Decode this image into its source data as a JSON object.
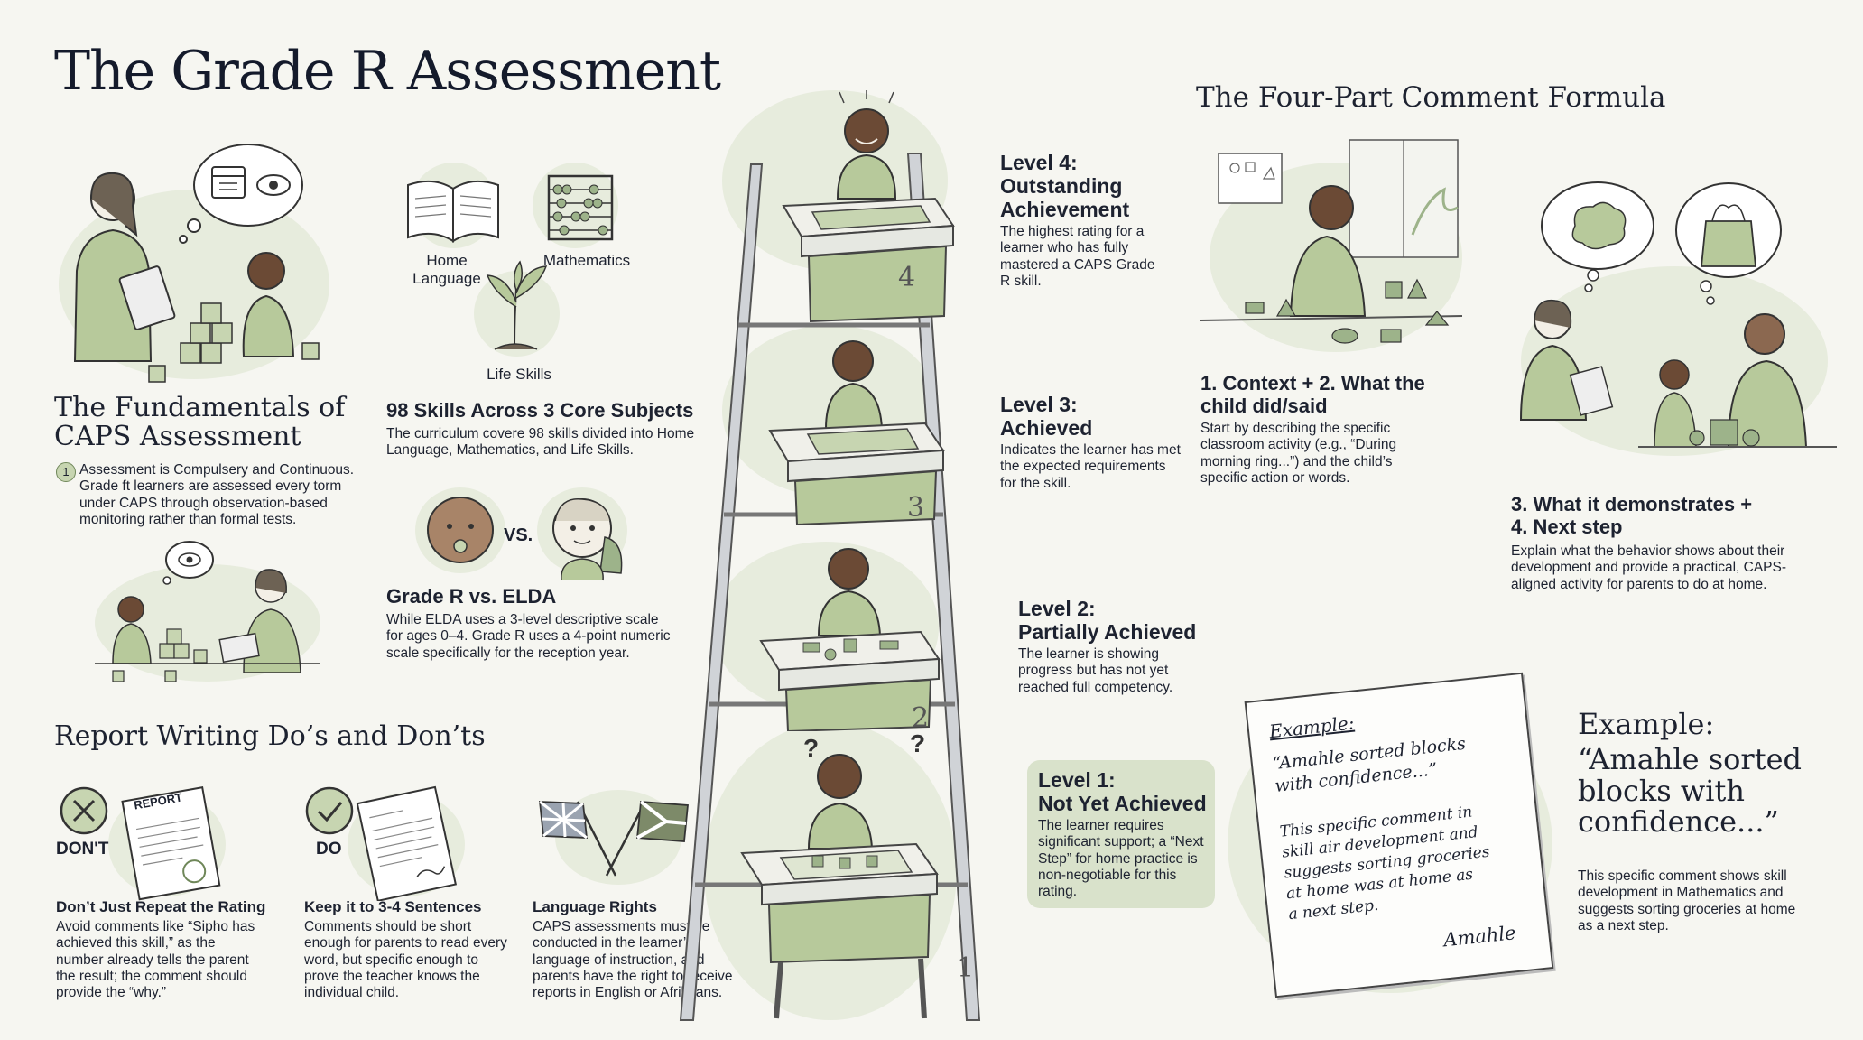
{
  "title": "The Grade R Assessment",
  "fundamentals": {
    "heading_line1": "The Fundamentals of",
    "heading_line2": "CAPS Assessment",
    "bullet_number": "1",
    "body": "Assessment is Compulsery and Continuous. Grade ft learners are assessed every torm under CAPS through observation-based monitoring rather than formal tests."
  },
  "subjects": {
    "home_language_line1": "Home",
    "home_language_line2": "Language",
    "mathematics": "Mathematics",
    "life_skills": "Life Skills",
    "heading": "98 Skills Across 3 Core Subjects",
    "body": "The curriculum covere 98 skills divided into Home Language, Mathematics, and Life Skills."
  },
  "comparison": {
    "vs": "VS.",
    "heading": "Grade R vs. ELDA",
    "body": "While ELDA uses a 3-level descriptive scale for ages 0–4. Grade R uses a 4-point numeric scale specifically for the reception year."
  },
  "report_writing": {
    "heading": "Report Writing Do’s and Don’ts",
    "dont": {
      "badge": "DON'T",
      "paper_label": "REPORT",
      "heading": "Don’t Just Repeat the Rating",
      "body": "Avoid comments like “Sipho has achieved this skill,” as the number already tells the parent the result; the comment should provide the “why.”"
    },
    "do": {
      "badge": "DO",
      "heading": "Keep it to 3-4 Sentences",
      "body": "Comments should be short enough for parents to read every word, but specific enough to prove the teacher knows the individual child."
    },
    "language": {
      "heading": "Language Rights",
      "body": "CAPS assessments must be conducted in the learner’s language of instruction, and parents have the right to receive reports in English or Afrikaans."
    }
  },
  "levels": [
    {
      "number": "4",
      "title_line1": "Level 4:",
      "title_line2": "Outstanding",
      "title_line3": "Achievement",
      "body": "The highest rating for a learner who has fully mastered a CAPS Grade R skill."
    },
    {
      "number": "3",
      "title_line1": "Level 3:",
      "title_line2": "Achieved",
      "body": "Indicates the learner has met the expected requirements for the skill."
    },
    {
      "number": "2",
      "title_line1": "Level 2:",
      "title_line2": "Partially Achieved",
      "body": "The learner is showing progress but has not yet reached full competency."
    },
    {
      "number": "1",
      "title_line1": "Level 1:",
      "title_line2": "Not Yet Achieved",
      "body": "The learner requires significant support; a “Next Step” for home practice is non-negotiable for this rating."
    }
  ],
  "ladder_marks": {
    "question": "?"
  },
  "formula": {
    "heading": "The Four-Part Comment Formula",
    "part12": {
      "heading_line1": "1. Context + 2. What the",
      "heading_line2": "child did/said",
      "body": "Start by describing the specific classroom activity (e.g., “During morning ring...”) and the child’s specific action or words."
    },
    "part34": {
      "heading_line1": "3. What it demonstrates +",
      "heading_line2": "4. Next step",
      "body": "Explain what the behavior shows about their development and provide a practical, CAPS-aligned activity for parents to do at home."
    }
  },
  "example_note": {
    "label": "Example:",
    "quote_line1": "“Amahle sorted blocks",
    "quote_line2": "with confidence...”",
    "lines": [
      "This specific comment in",
      "skill air development and",
      "suggests sorting groceries",
      "at home was at home as",
      "a next step."
    ],
    "signature": "Amahle"
  },
  "example": {
    "label": "Example:",
    "quote_line1": "“Amahle sorted",
    "quote_line2": "blocks with",
    "quote_line3": "confidence...”",
    "body": "This specific comment shows skill development in Mathematics and suggests sorting groceries at home as a next step."
  },
  "colors": {
    "accent_green": "#a9bf8e",
    "wash_green": "#dfe6d2",
    "ink": "#1d2230",
    "ladder_grey": "#8a8f98"
  }
}
